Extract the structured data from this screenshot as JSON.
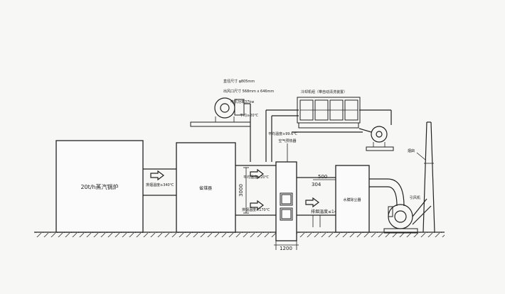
{
  "labels": {
    "fan_dia": "直径尺寸 φ805mm",
    "fan_outlet": "出风口尺寸 568mm x 646mm",
    "fan_power": "电机功率37kw",
    "fan_temp": "平均≥20℃",
    "top_unit": "冷却机组（带自动清洗装置）",
    "duct_temp": "平均温度≥99.6℃",
    "exchanger": "空气预热器",
    "boiler": "20t/h蒸汽锅炉",
    "boiler_exhaust": "排烟温度≥340℃",
    "economizer": "省煤器",
    "inlet_top": "平均温度≥20℃",
    "inlet_bottom": "排烟温度≥170℃",
    "dim_3000": "3000",
    "dim_500": "500",
    "dim_304": "304",
    "outlet_temp": "排烟温度≤140℃",
    "dim_1200": "1200",
    "filter": "水膜除尘器",
    "chimney": "烟囱",
    "induced_fan": "引风机"
  }
}
